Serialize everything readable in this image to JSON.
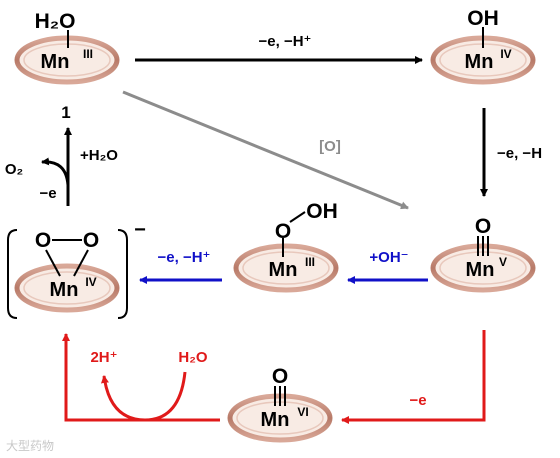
{
  "species": {
    "mn3_water": {
      "ligand": "H₂O",
      "metal": "Mn",
      "ox": "III"
    },
    "mn4_oh": {
      "ligand": "OH",
      "metal": "Mn",
      "ox": "IV"
    },
    "mn5_oxo": {
      "ligand": "O",
      "metal": "Mn",
      "ox": "V"
    },
    "mn3_ooh": {
      "ligand_o1": "O",
      "ligand_oh": "OH",
      "metal": "Mn",
      "ox": "III"
    },
    "mn4_peroxo": {
      "o_left": "O",
      "o_right": "O",
      "metal": "Mn",
      "ox": "IV",
      "charge": "−"
    },
    "mn6_oxo": {
      "ligand": "O",
      "metal": "Mn",
      "ox": "VI"
    }
  },
  "arrows": {
    "top": "−e, −H⁺",
    "oxidant": "[O]",
    "right_down": "−e, −H",
    "hydroxide": "+OH⁻",
    "middle_left": "−e, −H⁺",
    "bottom_right": "−e",
    "bottom_left_in": "H₂O",
    "bottom_left_out": "2H⁺",
    "left_number": "1",
    "left_water": "+H₂O",
    "left_o2": "O₂",
    "left_e": "−e"
  },
  "colors": {
    "black": "#000000",
    "gray": "#8c8c8c",
    "blue": "#1010c8",
    "red": "#e01a1a",
    "ring": "#c89080",
    "ring_fill": "#f6e6de"
  },
  "watermark": "大型药物"
}
